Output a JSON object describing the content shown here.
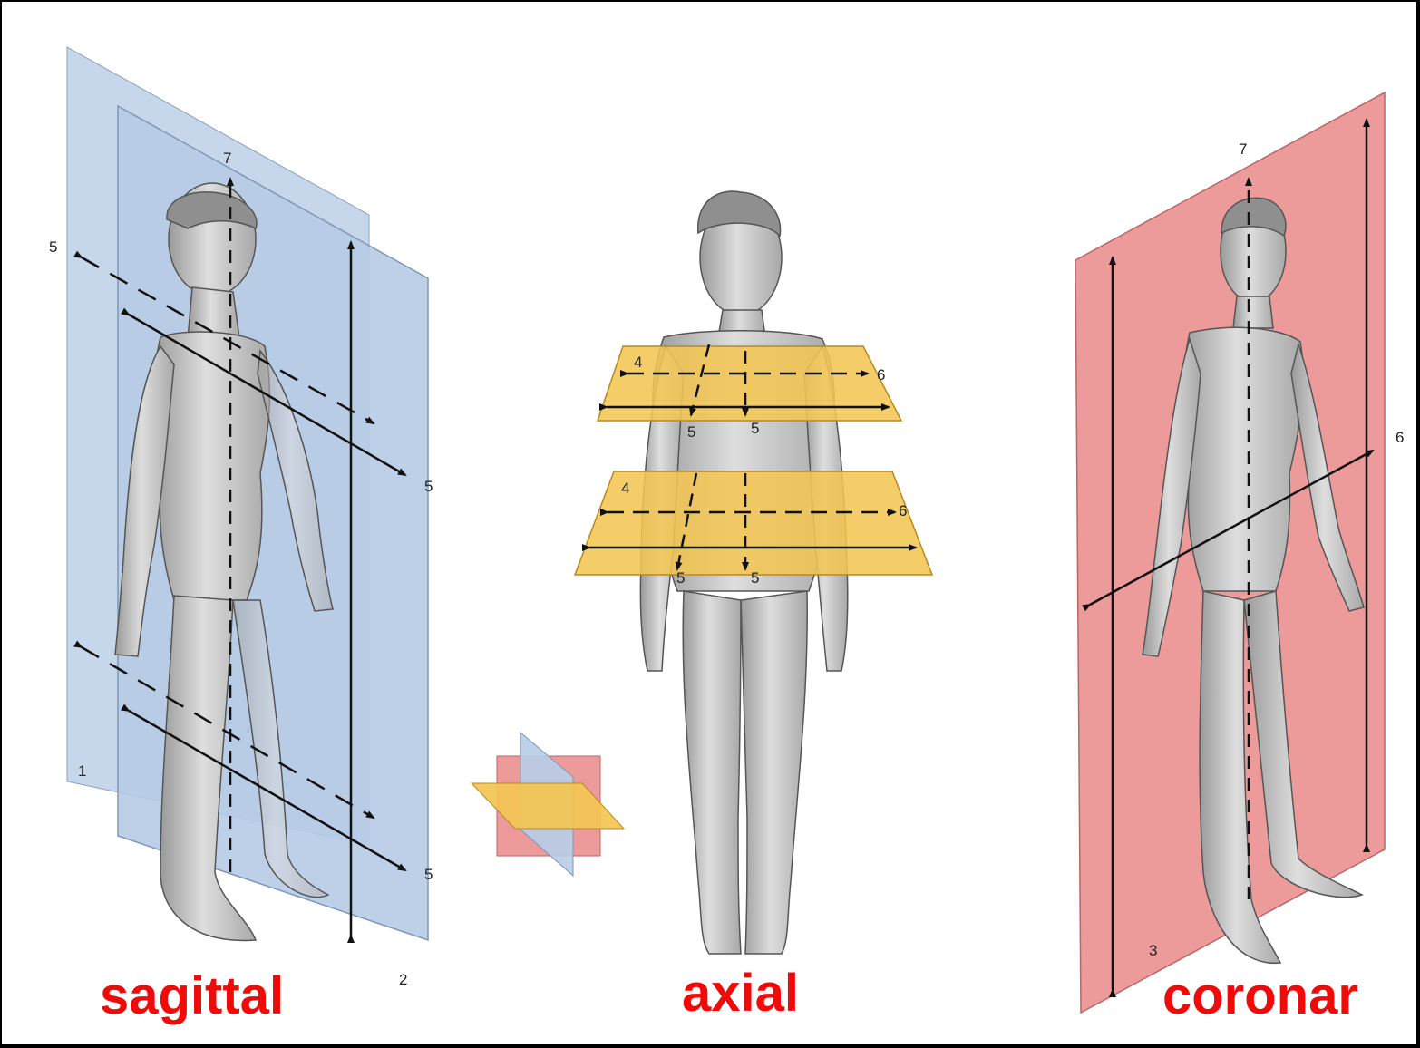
{
  "captions": {
    "sagittal": "sagittal",
    "axial": "axial",
    "coronal": "coronar"
  },
  "numbers": {
    "one": "1",
    "two": "2",
    "three": "3",
    "four": "4",
    "five": "5",
    "six": "6",
    "seven": "7"
  },
  "colors": {
    "sagittal_plane": "#b9cde6",
    "axial_plane": "#f3c553",
    "coronal_plane": "#ec9a9a",
    "caption": "#f00a0a",
    "figure": "#c8c8c8"
  }
}
